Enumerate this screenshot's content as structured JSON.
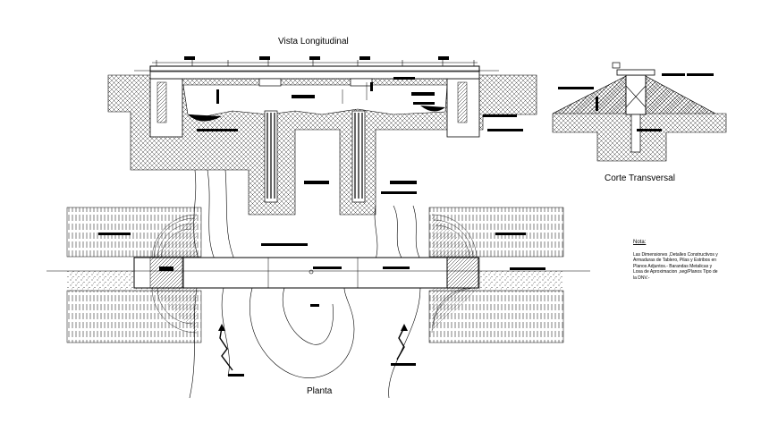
{
  "titles": {
    "vista_longitudinal": "Vista Longitudinal",
    "corte_transversal": "Corte Transversal",
    "planta": "Planta"
  },
  "note": {
    "heading": "Nota:",
    "body": "Las Dimensiones ,Detalles Constructivos y Armaduras de Tablero, Pilas y Estribos en Planos Adjuntos.- Barandas Metalicas y Losa de Aproximacion ,seg/Planos Tipo de la DNV.-"
  },
  "colors": {
    "ink": "#000000",
    "paper": "#ffffff"
  }
}
